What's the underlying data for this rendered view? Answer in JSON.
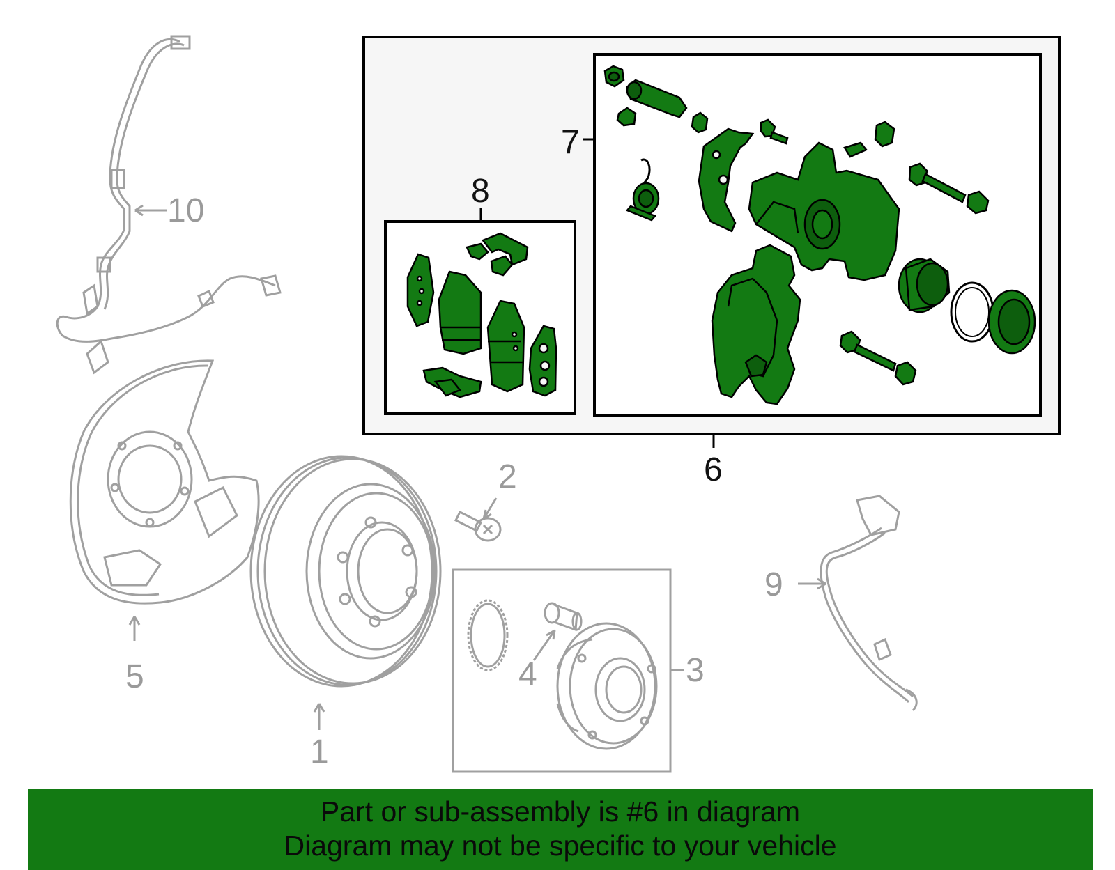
{
  "callouts": {
    "c1": "1",
    "c2": "2",
    "c3": "3",
    "c4": "4",
    "c5": "5",
    "c6": "6",
    "c7": "7",
    "c8": "8",
    "c9": "9",
    "c10": "10"
  },
  "banner": {
    "line1": "Part or sub-assembly is #6 in diagram",
    "line2": "Diagram may not be specific to your vehicle"
  },
  "colors": {
    "highlight_fill": "#137a13",
    "banner_bg": "#137a13",
    "outline_gray": "#a0a0a0",
    "box_bg": "#f6f6f6"
  }
}
